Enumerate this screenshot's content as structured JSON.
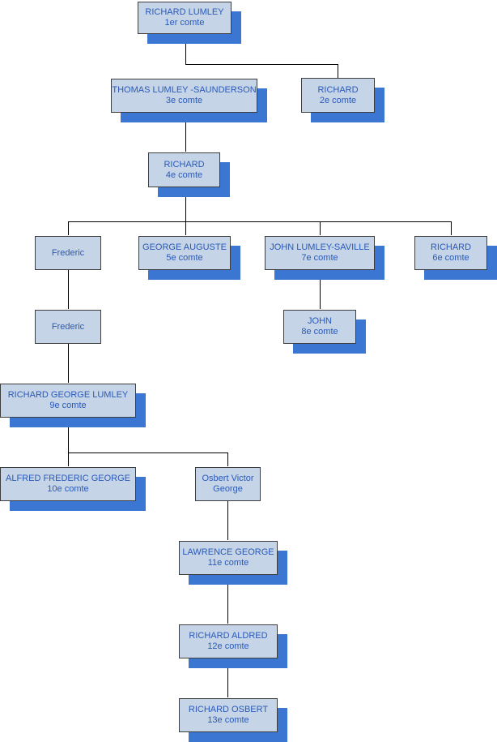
{
  "nodes": [
    {
      "name": "RICHARD LUMLEY",
      "title": "1er comte"
    },
    {
      "name": "THOMAS LUMLEY -SAUNDERSON",
      "title": "3e comte"
    },
    {
      "name": "RICHARD",
      "title": "2e comte"
    },
    {
      "name": "RICHARD",
      "title": "4e comte"
    },
    {
      "name": "Frederic",
      "title": ""
    },
    {
      "name": "GEORGE AUGUSTE",
      "title": "5e comte"
    },
    {
      "name": "JOHN LUMLEY-SAVILLE",
      "title": "7e comte"
    },
    {
      "name": "RICHARD",
      "title": "6e comte"
    },
    {
      "name": "Frederic",
      "title": ""
    },
    {
      "name": "JOHN",
      "title": "8e comte"
    },
    {
      "name": "RICHARD GEORGE LUMLEY",
      "title": "9e comte"
    },
    {
      "name": "ALFRED FREDERIC GEORGE",
      "title": "10e comte"
    },
    {
      "name": "Osbert Victor George",
      "title": ""
    },
    {
      "name": "LAWRENCE GEORGE",
      "title": "11e comte"
    },
    {
      "name": "RICHARD ALDRED",
      "title": "12e comte"
    },
    {
      "name": "RICHARD OSBERT",
      "title": "13e comte"
    }
  ]
}
